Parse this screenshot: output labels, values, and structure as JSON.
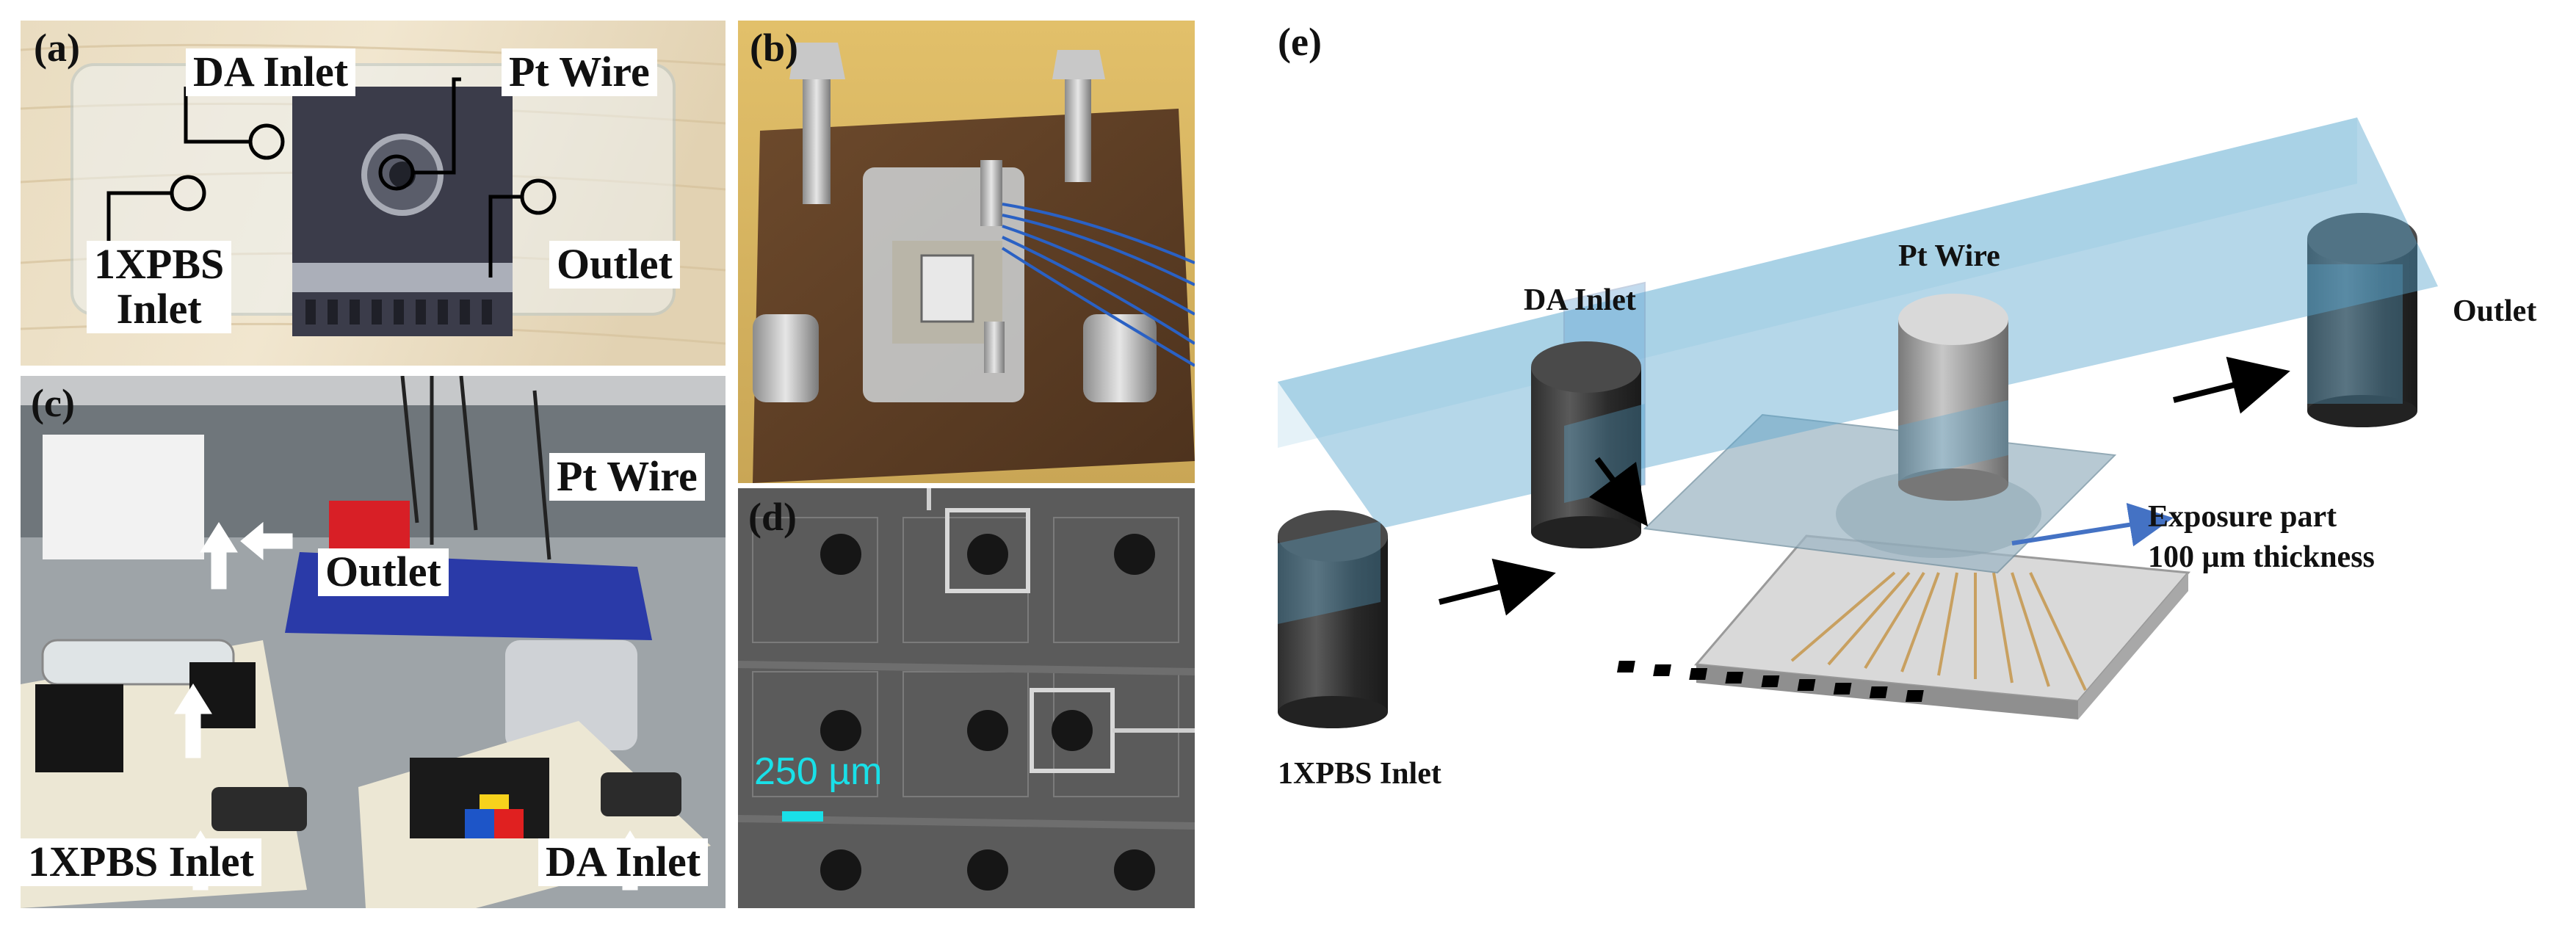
{
  "panels": {
    "a": {
      "label": "(a)",
      "tags": {
        "da_inlet": "DA Inlet",
        "pt_wire": "Pt Wire",
        "pbs_inlet_1": "1XPBS",
        "pbs_inlet_2": "Inlet",
        "outlet": "Outlet"
      }
    },
    "b": {
      "label": "(b)"
    },
    "c": {
      "label": "(c)",
      "tags": {
        "pt_wire": "Pt Wire",
        "outlet": "Outlet",
        "pbs_inlet": "1XPBS Inlet",
        "da_inlet": "DA Inlet"
      }
    },
    "d": {
      "label": "(d)",
      "scale_bar": "250 µm"
    },
    "e": {
      "label": "(e)",
      "labels": {
        "da_inlet": "DA Inlet",
        "pt_wire": "Pt Wire",
        "outlet": "Outlet",
        "pbs_inlet": "1XPBS Inlet",
        "exposure_1": "Exposure part",
        "exposure_2": "100 µm thickness"
      }
    }
  }
}
